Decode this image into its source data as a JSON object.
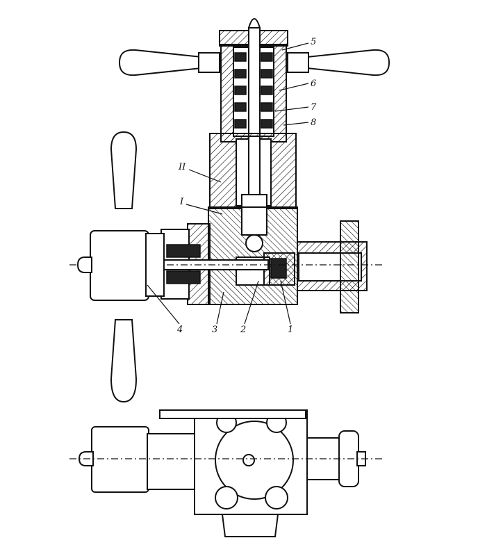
{
  "labels": {
    "l5": "5",
    "l6": "6",
    "l7": "7",
    "l8": "8",
    "lII": "II",
    "lI": "I",
    "l4": "4",
    "l3": "3",
    "l2": "2",
    "l1": "1"
  }
}
